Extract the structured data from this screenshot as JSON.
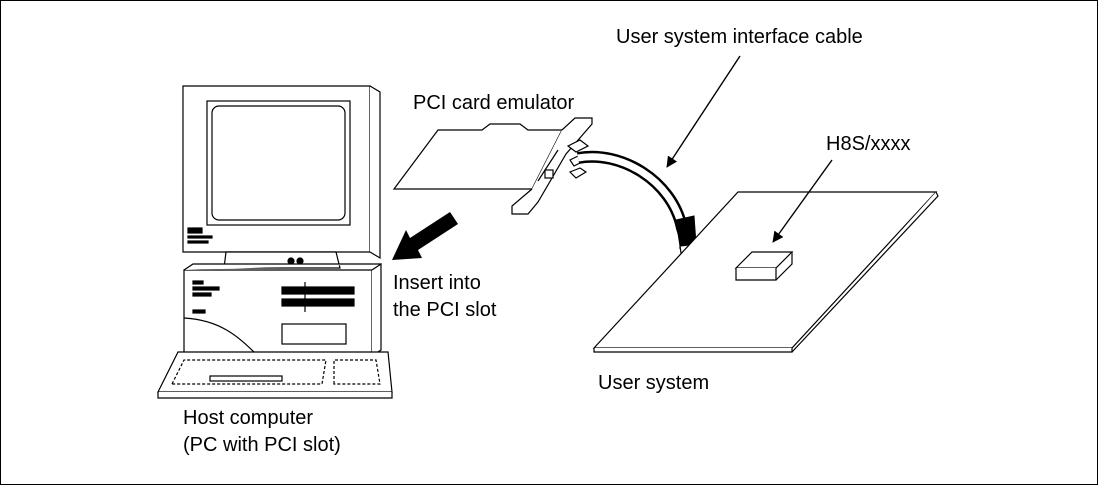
{
  "labels": {
    "cable": "User system interface cable",
    "pci_card": "PCI card emulator",
    "chip": "H8S/xxxx",
    "insert": [
      "Insert into",
      "the PCI slot"
    ],
    "user_system": "User system",
    "host": [
      "Host computer",
      "(PC with PCI slot)"
    ]
  },
  "icons": {
    "host_computer": "desktop-pc-icon",
    "pci_card": "pci-card-icon",
    "cable": "ribbon-cable-icon",
    "user_board": "circuit-board-icon",
    "chip": "ic-chip-icon"
  }
}
